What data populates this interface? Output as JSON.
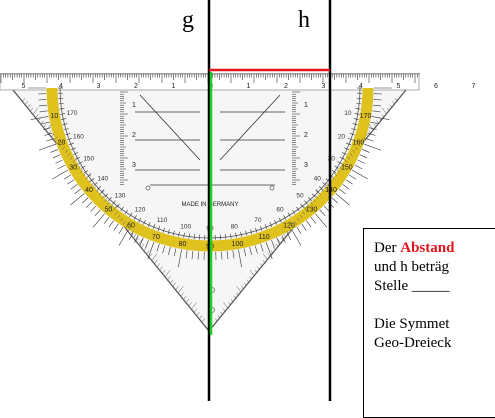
{
  "labels": {
    "g": "g",
    "h": "h"
  },
  "ruler_top_numbers": [
    "5",
    "4",
    "3",
    "2",
    "1",
    "0",
    "1",
    "2",
    "3",
    "4",
    "5",
    "6",
    "7"
  ],
  "ruler_side_numbers": [
    "1",
    "2",
    "3",
    "1",
    "2",
    "3"
  ],
  "protractor_outer": [
    "10",
    "20",
    "30",
    "40",
    "50",
    "60",
    "70",
    "80",
    "90",
    "100",
    "110",
    "120",
    "130",
    "140",
    "150",
    "160",
    "170"
  ],
  "protractor_inner": [
    "170",
    "160",
    "150",
    "140",
    "130",
    "120",
    "110",
    "100",
    "90",
    "80",
    "70",
    "60",
    "50",
    "40",
    "30",
    "20",
    "10"
  ],
  "imprint": "MADE IN GERMANY",
  "text_box": {
    "line1_pre": "Der ",
    "line1_highlight": "Abstand",
    "line2": "und h beträg",
    "line3": "Stelle _____",
    "line4": "Die Symmet",
    "line5": "Geo-Dreieck"
  },
  "colors": {
    "line_g": "#000000",
    "line_h": "#000000",
    "distance_marker": "#e3161b",
    "perpendicular": "#1fcf1f",
    "angle_band": "#e0c21e",
    "highlight_text": "#e3161b"
  }
}
